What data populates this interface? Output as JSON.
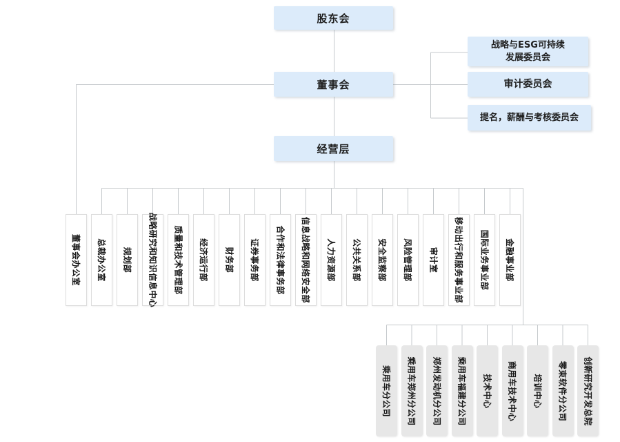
{
  "org": {
    "shareholders": "股东会",
    "board": "董事会",
    "management": "经营层",
    "committees": [
      "战略与ESG可持续\n发展委员会",
      "审计委员会",
      "提名，薪酬与考核委员会"
    ],
    "departments": [
      "董事会办公室",
      "总裁办公室",
      "规划部",
      "战略研究和知识信息中心",
      "质量和技术管理部",
      "经济运行部",
      "财务部",
      "证券事务部",
      "合作和法律事务部",
      "信息战略和网络安全部",
      "人力资源部",
      "公共关系部",
      "安全监察部",
      "风险管理部",
      "审计室",
      "移动出行和服务事业部",
      "国际业务事业部",
      "金融事业部"
    ],
    "subsidiaries": [
      "乘用车分公司",
      "乘用车郑州分公司",
      "郑州发动机分公司",
      "乘用车福建分公司",
      "技术中心",
      "商用车技术中心",
      "培训中心",
      "零束软件分公司",
      "创新研究开发总院"
    ],
    "colors": {
      "node_blue": "#dcebfa",
      "department_fill": "#ffffff",
      "department_border": "#dcdcdc",
      "subsidiary_fill": "#e7e7e7",
      "connector": "#c5c9cc",
      "text": "#1a1a1a"
    }
  }
}
